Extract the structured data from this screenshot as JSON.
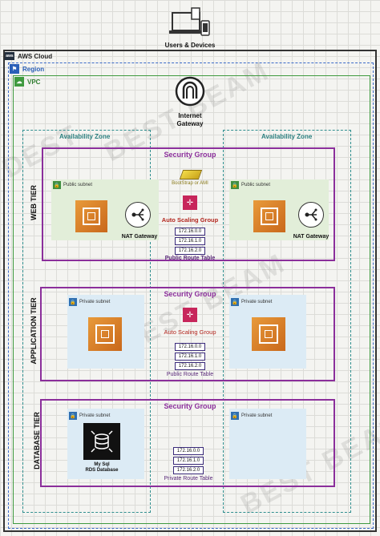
{
  "users": {
    "label": "Users & Devices",
    "icon": "users-devices-icon"
  },
  "cloud": {
    "title": "AWS Cloud",
    "icon": "aws-cloud-icon"
  },
  "region": {
    "title": "Region",
    "icon": "region-flag-icon"
  },
  "vpc": {
    "title": "VPC",
    "icon": "vpc-cloud-icon"
  },
  "internet_gateway": {
    "label_line1": "Internet",
    "label_line2": "Gateway",
    "icon": "internet-gateway-icon"
  },
  "availability_zones": [
    "Availability Zone",
    "Availability Zone"
  ],
  "watermark": "BEST BEAM",
  "tiers": {
    "web": {
      "label": "WEB TIER",
      "security_group": "Security Group",
      "bootstrap": "BootStrap or AMI",
      "auto_scaling": "Auto Scaling Group",
      "route_table": [
        "172.16.0.0",
        "172.16.1.0",
        "172.16.2.0"
      ],
      "route_table_label": "Public Route Table",
      "left_subnet": "Public subnet",
      "right_subnet": "Public subnet",
      "nat_gateway": "NAT Gateway"
    },
    "app": {
      "label": "APPLICATION TIER",
      "security_group": "Security Group",
      "auto_scaling": "Auto Scaling Group",
      "route_table": [
        "172.16.0.0",
        "172.16.1.0",
        "172.16.2.0"
      ],
      "route_table_label": "Public Route Table",
      "left_subnet": "Private subnet",
      "right_subnet": "Private subnet"
    },
    "db": {
      "label": "DATABASE TIER",
      "security_group": "Security Group",
      "route_table": [
        "172.16.0.0",
        "172.16.1.0",
        "172.16.2.0"
      ],
      "route_table_label": "Private Route Table",
      "left_subnet": "Private subnet",
      "right_subnet": "Private subnet",
      "database_line1": "My Sql",
      "database_line2": "RDS Database"
    }
  },
  "colors": {
    "security_group": "#8b2f9b",
    "availability_zone": "#2f8f8f",
    "region": "#3b6ac8",
    "vpc": "#3f9a3f",
    "ec2": "#d97a25",
    "auto_scaling": "#c7265b"
  }
}
